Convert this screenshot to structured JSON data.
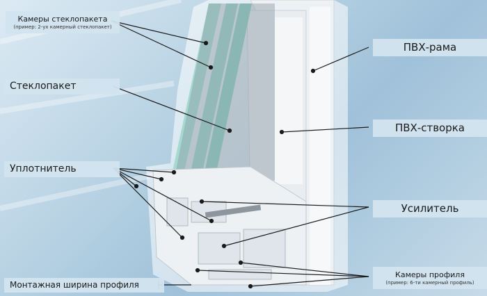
{
  "labels": {
    "glass_chambers": {
      "title": "Камеры стеклопакета",
      "subtitle": "(пример: 2-ух камерный стеклопакет)"
    },
    "glass_unit": "Стеклопакет",
    "seal": "Уплотнитель",
    "install_width": "Монтажная ширина профиля",
    "pvc_frame": "ПВХ-рама",
    "pvc_sash": "ПВХ-створка",
    "reinforcement": "Усилитель",
    "profile_chambers": {
      "title": "Камеры профиля",
      "subtitle": "(пример: 6-ти камерный профиль)"
    }
  },
  "colors": {
    "background": "#b9d3e4",
    "glass": "#6fc9b7",
    "seal": "#e0c20a",
    "pvc": "#f2f4f6",
    "leader_line": "#1a1a1a",
    "label_box": "#d2e4ee"
  }
}
